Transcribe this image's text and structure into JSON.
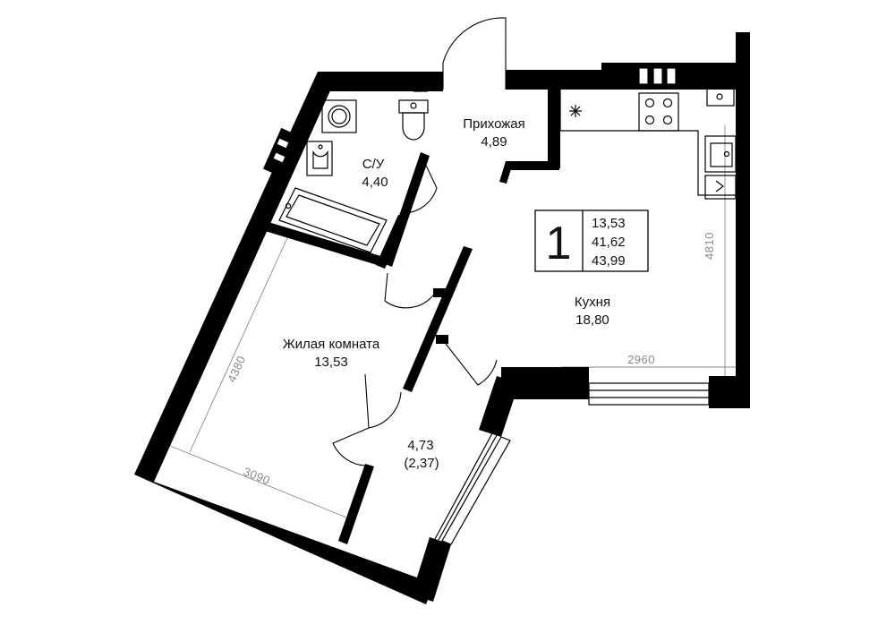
{
  "colors": {
    "wall": "#000000",
    "line": "#000000",
    "dimension": "#8a8a8a",
    "text": "#111111"
  },
  "summary": {
    "rooms_count": "1",
    "living_area": "13,53",
    "total_area": "41,62",
    "total_area_with_balcony": "43,99"
  },
  "rooms": {
    "hallway": {
      "name": "Прихожая",
      "area": "4,89"
    },
    "bathroom": {
      "name": "С/У",
      "area": "4,40"
    },
    "kitchen": {
      "name": "Кухня",
      "area": "18,80"
    },
    "living_room": {
      "name": "Жилая комната",
      "area": "13,53"
    },
    "balcony": {
      "area": "4,73",
      "reduced_area": "(2,37)"
    }
  },
  "dimensions": {
    "living_room_width": "3090",
    "living_room_length": "4380",
    "kitchen_width": "2960",
    "kitchen_length": "4810"
  },
  "icons": [
    "washing-machine-icon",
    "toilet-icon",
    "sink-icon",
    "bathtub-icon",
    "stove-icon",
    "kitchen-sink-icon",
    "ventilation-icon",
    "riser-icon"
  ]
}
